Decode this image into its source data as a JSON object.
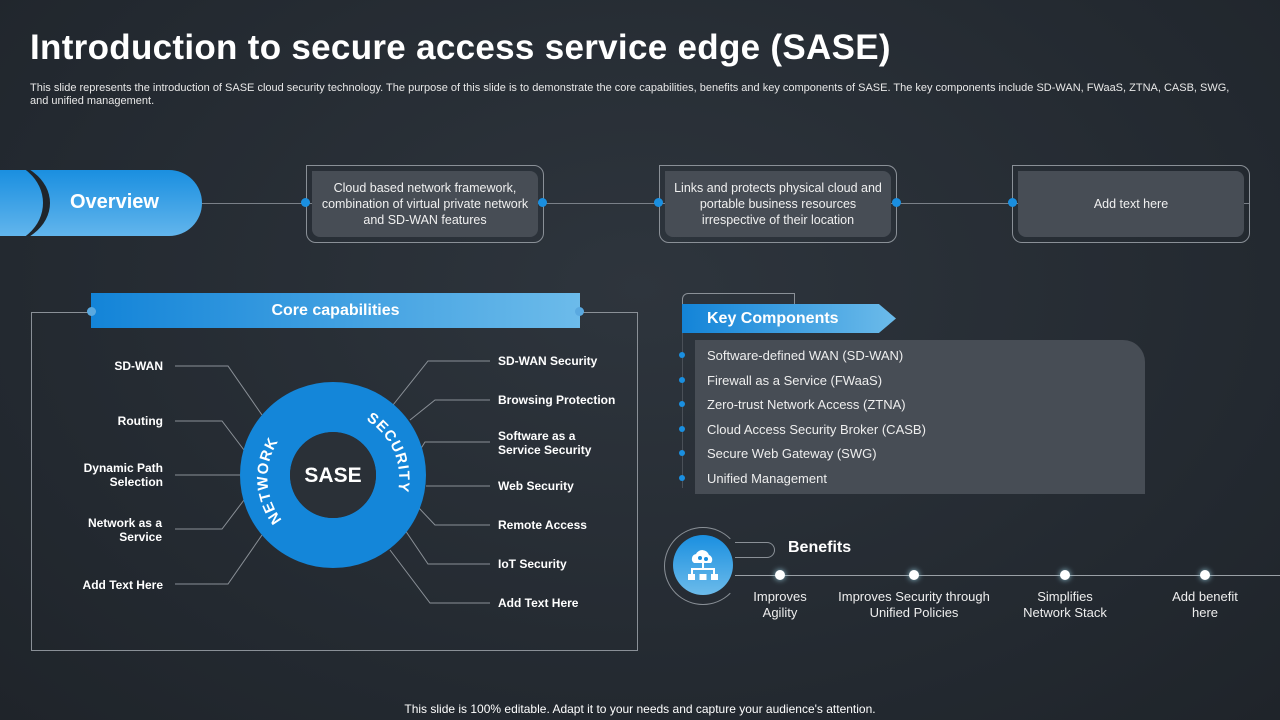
{
  "title": "Introduction to secure access service edge (SASE)",
  "subtitle": "This slide represents the introduction of SASE cloud security technology. The purpose of this slide is to demonstrate the core capabilities, benefits and key components of SASE. The key components include SD-WAN, FWaaS, ZTNA, CASB, SWG, and unified management.",
  "overview": {
    "label": "Overview",
    "boxes": [
      "Cloud based network framework, combination of virtual private network and SD-WAN features",
      "Links and protects physical cloud and portable business resources irrespective of their location",
      "Add text here"
    ]
  },
  "core": {
    "title": "Core capabilities",
    "center": "SASE",
    "ring_left": "NETWORK",
    "ring_right": "SECURITY",
    "network": [
      "SD-WAN",
      "Routing",
      "Dynamic Path Selection",
      "Network as a Service",
      "Add Text Here"
    ],
    "security": [
      "SD-WAN Security",
      "Browsing Protection",
      "Software as a Service Security",
      "Web Security",
      "Remote Access",
      "IoT Security",
      "Add Text Here"
    ]
  },
  "key_components": {
    "title": "Key Components",
    "items": [
      "Software-defined  WAN (SD-WAN)",
      "Firewall as a Service (FWaaS)",
      "Zero-trust Network Access (ZTNA)",
      "Cloud Access Security Broker (CASB)",
      "Secure Web Gateway (SWG)",
      "Unified Management"
    ]
  },
  "benefits": {
    "title": "Benefits",
    "items": [
      "Improves Agility",
      "Improves Security through Unified Policies",
      "Simplifies Network Stack",
      "Add benefit here"
    ]
  },
  "footer": "This slide is 100% editable. Adapt it to your needs and capture your audience's attention.",
  "colors": {
    "accent": "#1a8fe0",
    "panel": "#474d55",
    "background": "#262c33"
  }
}
